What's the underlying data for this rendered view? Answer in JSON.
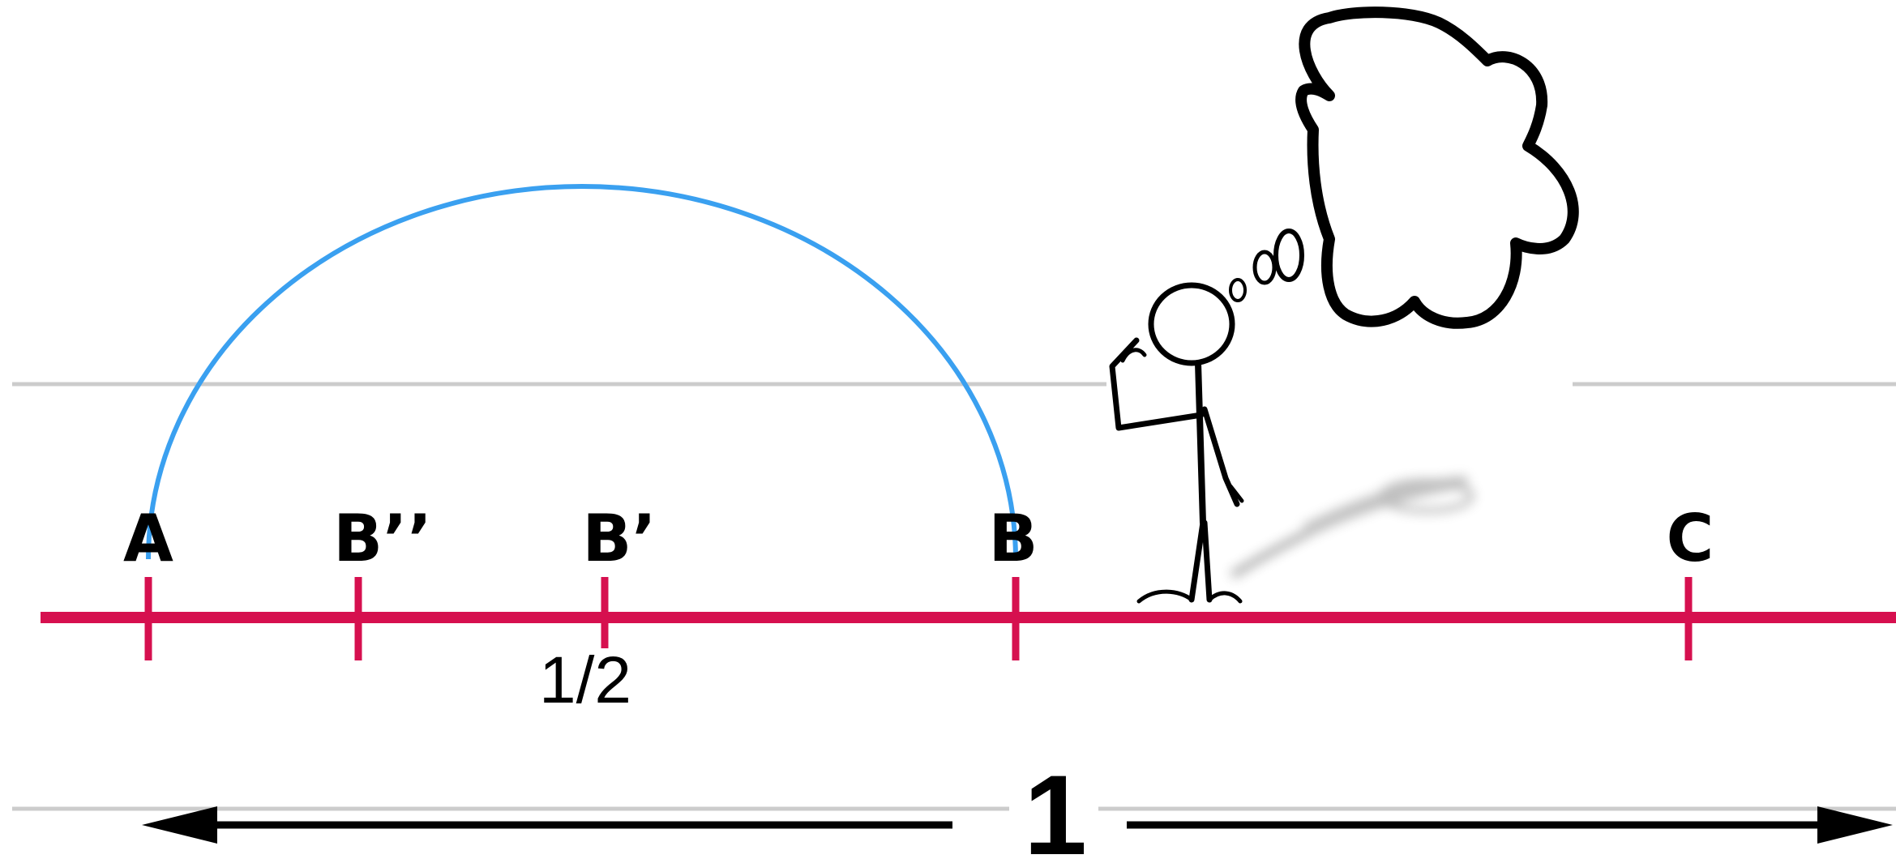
{
  "points": [
    {
      "id": "A",
      "label": "A"
    },
    {
      "id": "B2",
      "label": "B’’"
    },
    {
      "id": "B1",
      "label": "B’"
    },
    {
      "id": "B",
      "label": "B"
    },
    {
      "id": "C",
      "label": "C"
    }
  ],
  "half_label": "1/2",
  "unit_label": "1",
  "colors": {
    "number_line": "#d6104f",
    "arc": "#3aa0f0",
    "guide_lines": "#cccccc",
    "arrow": "#000000"
  },
  "icons": [
    "stick-figure-icon",
    "thought-bubble-icon",
    "jump-motion-blur-icon"
  ]
}
